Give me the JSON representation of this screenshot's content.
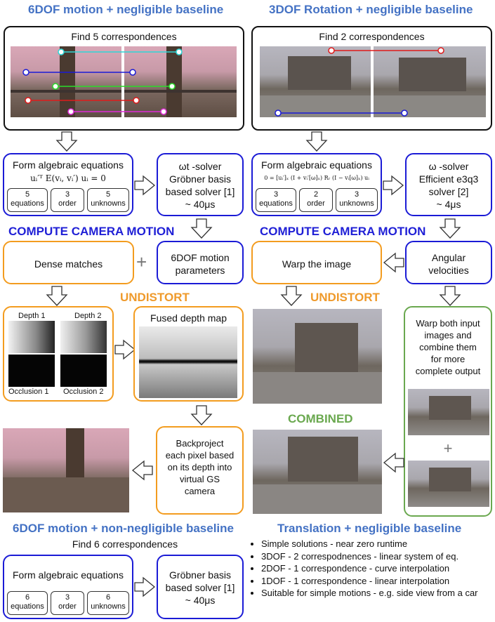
{
  "titles": {
    "top_left": "6DOF motion + negligible baseline",
    "top_right": "3DOF Rotation + negligible baseline",
    "bottom_left": "6DOF motion + non-negligible baseline",
    "bottom_right": "Translation + negligible baseline"
  },
  "left_top": {
    "find_label": "Find 5 correspondences",
    "algebra_title": "Form algebraic equations",
    "equation": "uᵢ′ᵀ E(vᵢ, vᵢ′) uᵢ = 0",
    "pills": [
      {
        "value": "5",
        "label": "equations"
      },
      {
        "value": "3",
        "label": "order"
      },
      {
        "value": "5",
        "label": "unknowns"
      }
    ],
    "solver": {
      "name": "ωt -solver",
      "line1": "Gröbner basis",
      "line2": "based solver [1]",
      "time": "~ 40μs"
    }
  },
  "right_top": {
    "find_label": "Find 2 correspondences",
    "algebra_title": "Form algebraic equations",
    "equation": "0 = [uᵢ′]ₓ (I + vᵢ′[ω]ₓ) Rᵣ (I − vᵢ[ω]ₓ) uᵢ",
    "pills": [
      {
        "value": "3",
        "label": "equations"
      },
      {
        "value": "2",
        "label": "order"
      },
      {
        "value": "3",
        "label": "unknowns"
      }
    ],
    "solver": {
      "name": "ω -solver",
      "line1": "Efficient e3q3",
      "line2": "solver [2]",
      "time": "~ 4μs"
    }
  },
  "compute_motion": "COMPUTE CAMERA MOTION",
  "left_mid": {
    "dense_matches": "Dense matches",
    "plus": "+",
    "motion_params_l1": "6DOF motion",
    "motion_params_l2": "parameters",
    "undistort": "UNDISTORT",
    "depth1": "Depth 1",
    "depth2": "Depth 2",
    "occl1": "Occlusion 1",
    "occl2": "Occlusion 2",
    "fused": "Fused depth map",
    "backproject": [
      "Backproject",
      "each pixel based",
      "on its depth into",
      "virtual GS",
      "camera"
    ]
  },
  "right_mid": {
    "warp_image": "Warp the image",
    "angular_l1": "Angular",
    "angular_l2": "velocities",
    "undistort": "UNDISTORT",
    "warp_both": [
      "Warp both input",
      "images and",
      "combine them",
      "for more",
      "complete output"
    ],
    "plus": "+",
    "combined": "COMBINED"
  },
  "left_bottom": {
    "find_label": "Find 6 correspondences",
    "algebra_title": "Form algebraic equations",
    "pills": [
      {
        "value": "6",
        "label": "equations"
      },
      {
        "value": "3",
        "label": "order"
      },
      {
        "value": "6",
        "label": "unknowns"
      }
    ],
    "solver_l1": "Gröbner basis",
    "solver_l2": "based solver [1]",
    "time": "~ 40μs"
  },
  "right_bottom": {
    "bullets": [
      "Simple solutions - near zero runtime",
      "3DOF - 2 correspodnences - linear system of eq.",
      "2DOF - 1 correspondence - curve interpolation",
      "1DOF - 1 correspondence - linear interpolation",
      "Suitable for simple motions - e.g. side view from a car"
    ]
  },
  "colors": {
    "title_blue": "#4472c4",
    "box_blue": "#1b1bd6",
    "orange": "#f39c1f",
    "green": "#6aa84f"
  }
}
